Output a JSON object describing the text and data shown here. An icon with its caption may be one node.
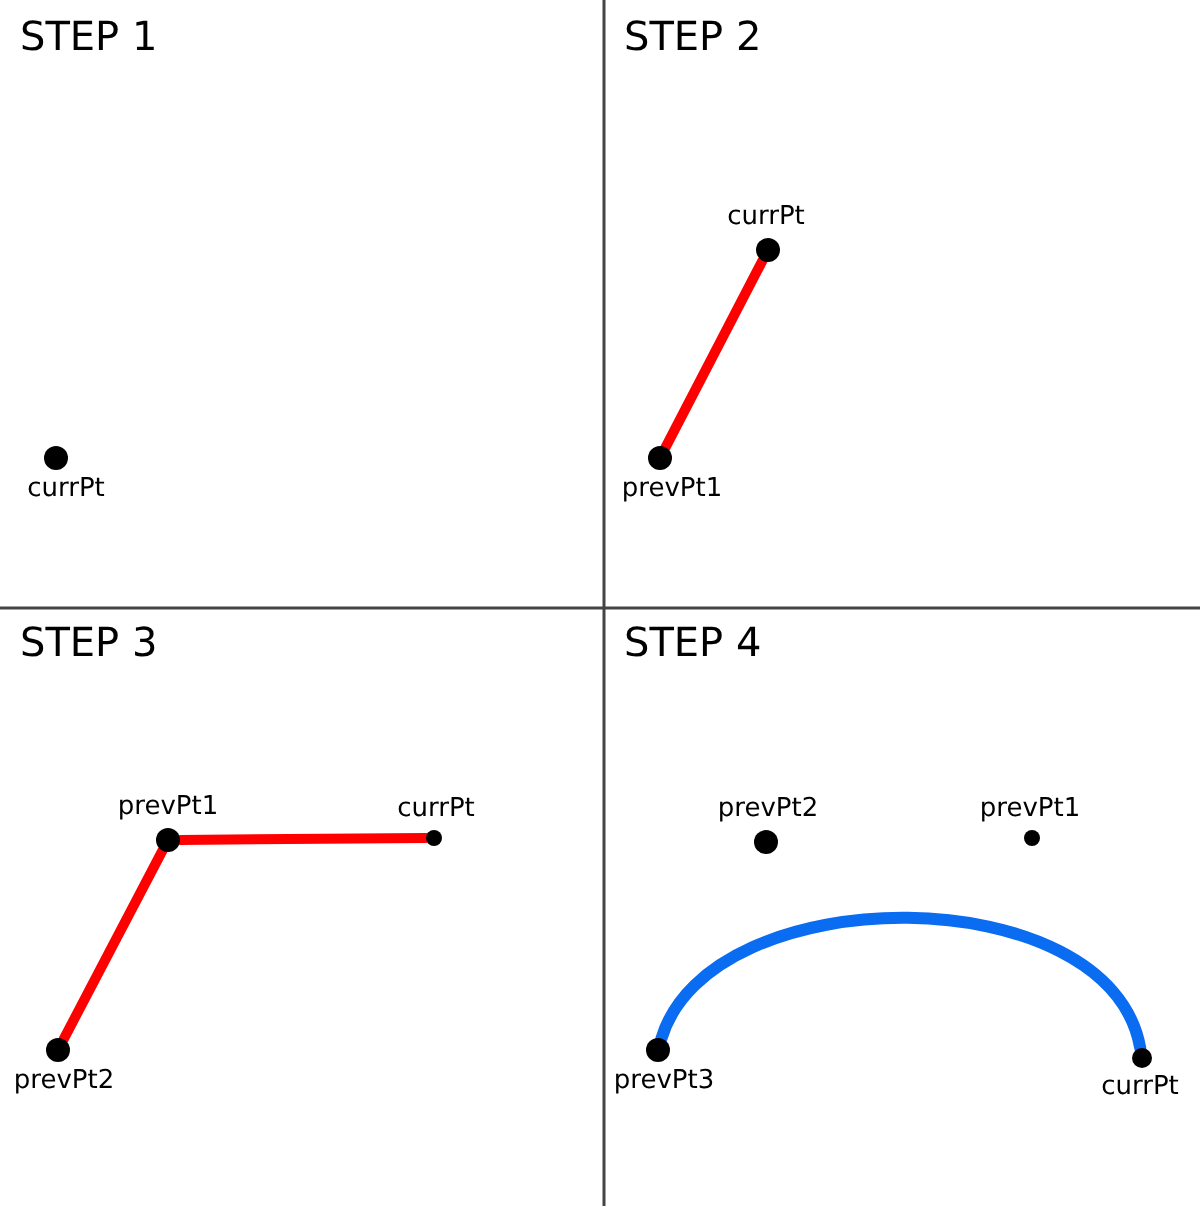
{
  "diagram": {
    "nodes": [
      {
        "text": [
          "STEP 1"
        ]
      },
      {
        "text": [],
        "shape": "circle",
        "in": 0,
        "beside": [
          "currPt"
        ]
      },
      {
        "text": [
          "STEP 2"
        ]
      },
      {
        "text": [],
        "shape": "circle",
        "in": 2,
        "beside": [
          "currPt"
        ]
      },
      {
        "text": [],
        "shape": "circle",
        "in": 2,
        "beside": [
          "prevPt1"
        ]
      },
      {
        "text": [
          "STEP 3"
        ]
      },
      {
        "text": [],
        "shape": "circle",
        "in": 5,
        "beside": [
          "prevPt1"
        ]
      },
      {
        "text": [],
        "shape": "circle",
        "in": 5,
        "beside": [
          "currPt"
        ]
      },
      {
        "text": [],
        "shape": "circle",
        "in": 5,
        "beside": [
          "prevPt2"
        ]
      },
      {
        "text": [
          "STEP 4"
        ]
      },
      {
        "text": [],
        "shape": "circle",
        "in": 9,
        "beside": [
          "prevPt2"
        ]
      },
      {
        "text": [],
        "shape": "circle",
        "in": 9,
        "beside": [
          "prevPt1"
        ]
      },
      {
        "text": [],
        "shape": "circle",
        "in": 9,
        "beside": [
          "prevPt3"
        ]
      },
      {
        "text": [],
        "shape": "circle",
        "in": 9,
        "beside": [
          "currPt"
        ]
      }
    ],
    "edges": [
      {
        "from": 4,
        "to": 3,
        "arrow": "none"
      },
      {
        "from": 8,
        "to": 6,
        "arrow": "none"
      },
      {
        "from": 6,
        "to": 7,
        "arrow": "none"
      },
      {
        "from": 12,
        "to": 13,
        "arrow": "none",
        "color": "#0a6cf0"
      }
    ]
  }
}
